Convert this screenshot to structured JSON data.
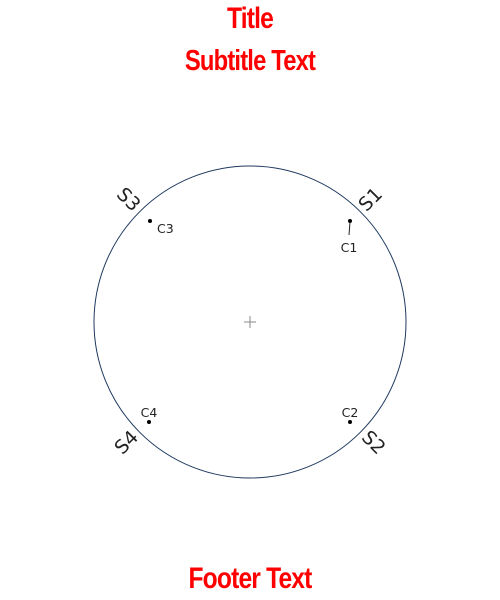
{
  "title": "Title",
  "subtitle": "Subtitle Text",
  "footer": "Footer Text",
  "colors": {
    "heading": "#ff0000",
    "circle": "#1f3a5f",
    "cross": "#888888",
    "label": "#222222",
    "dot": "#000000"
  },
  "sensors": [
    {
      "id": "s1",
      "label": "S1"
    },
    {
      "id": "s2",
      "label": "S2"
    },
    {
      "id": "s3",
      "label": "S3"
    },
    {
      "id": "s4",
      "label": "S4"
    }
  ],
  "points": [
    {
      "id": "c1",
      "label": "C1"
    },
    {
      "id": "c2",
      "label": "C2"
    },
    {
      "id": "c3",
      "label": "C3"
    },
    {
      "id": "c4",
      "label": "C4"
    }
  ]
}
